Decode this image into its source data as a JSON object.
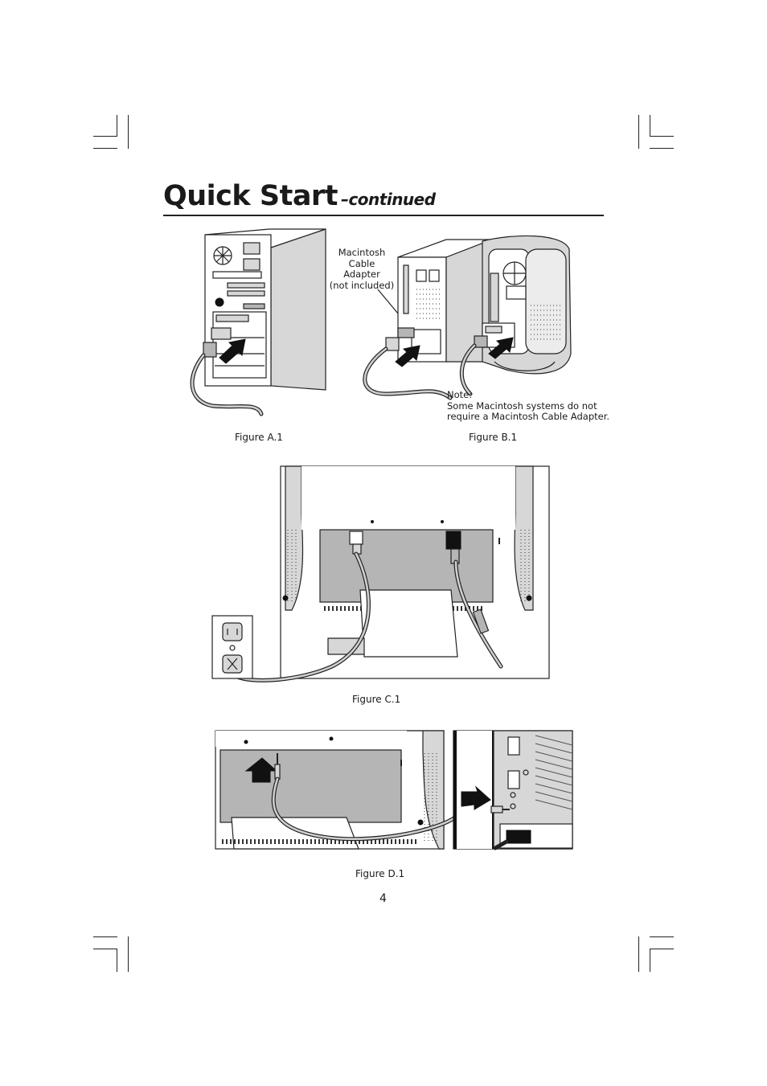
{
  "page": {
    "title_main": "Quick Start",
    "title_suffix": "–continued",
    "page_number": "4"
  },
  "figures": {
    "a1": {
      "caption": "Figure A.1"
    },
    "b1": {
      "caption": "Figure B.1",
      "adapter_label": [
        "Macintosh",
        "Cable",
        "Adapter",
        "(not included)"
      ],
      "note_label": "Note:",
      "note_lines": [
        "Some Macintosh systems do not",
        "require a Macintosh Cable Adapter."
      ]
    },
    "c1": {
      "caption": "Figure C.1"
    },
    "d1": {
      "caption": "Figure D.1"
    }
  }
}
